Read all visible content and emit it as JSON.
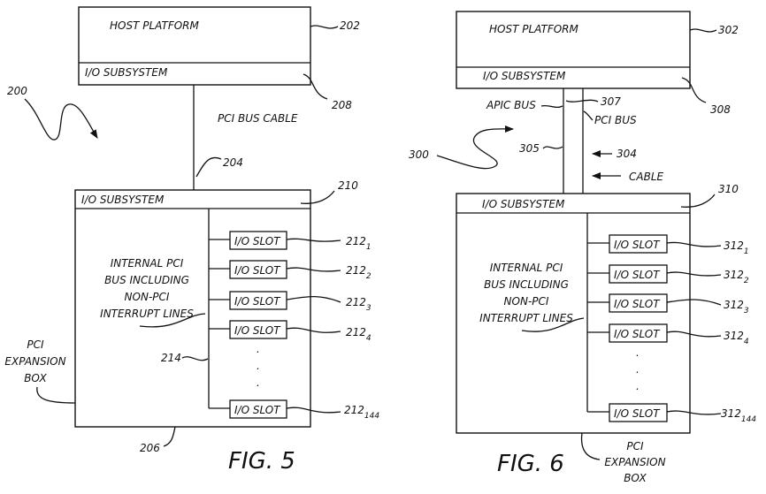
{
  "fig5": {
    "caption": "FIG. 5",
    "diagram_ref": "200",
    "host_platform": "HOST PLATFORM",
    "host_ref": "202",
    "host_io_subsystem": "I/O SUBSYSTEM",
    "host_io_ref": "208",
    "bus_cable_label": "PCI BUS CABLE",
    "bus_cable_ref": "204",
    "expansion_io_subsystem": "I/O SUBSYSTEM",
    "expansion_io_ref": "210",
    "internal_bus_lines": [
      "INTERNAL PCI",
      "BUS INCLUDING",
      "NON-PCI",
      "INTERRUPT LINES"
    ],
    "internal_bus_ref": "214",
    "expansion_box_lines": [
      "PCI",
      "EXPANSION",
      "BOX"
    ],
    "expansion_box_ref": "206",
    "slots": [
      {
        "label": "I/O SLOT",
        "ref": "212",
        "sub": "1"
      },
      {
        "label": "I/O SLOT",
        "ref": "212",
        "sub": "2"
      },
      {
        "label": "I/O SLOT",
        "ref": "212",
        "sub": "3"
      },
      {
        "label": "I/O SLOT",
        "ref": "212",
        "sub": "4"
      },
      {
        "label": "I/O SLOT",
        "ref": "212",
        "sub": "144"
      }
    ]
  },
  "fig6": {
    "caption": "FIG. 6",
    "diagram_ref": "300",
    "host_platform": "HOST PLATFORM",
    "host_ref": "302",
    "host_io_subsystem": "I/O SUBSYSTEM",
    "host_io_ref": "308",
    "apic_bus_label": "APIC BUS",
    "apic_bus_ref": "307",
    "pci_bus_label": "PCI BUS",
    "apic_line_ref": "305",
    "cable_ref": "304",
    "cable_label": "CABLE",
    "expansion_io_subsystem": "I/O SUBSYSTEM",
    "expansion_io_ref": "310",
    "internal_bus_lines": [
      "INTERNAL PCI",
      "BUS INCLUDING",
      "NON-PCI",
      "INTERRUPT LINES"
    ],
    "expansion_box_lines": [
      "PCI",
      "EXPANSION",
      "BOX"
    ],
    "slots": [
      {
        "label": "I/O SLOT",
        "ref": "312",
        "sub": "1"
      },
      {
        "label": "I/O SLOT",
        "ref": "312",
        "sub": "2"
      },
      {
        "label": "I/O SLOT",
        "ref": "312",
        "sub": "3"
      },
      {
        "label": "I/O SLOT",
        "ref": "312",
        "sub": "4"
      },
      {
        "label": "I/O SLOT",
        "ref": "312",
        "sub": "144"
      }
    ]
  },
  "ellipsis_dot": "."
}
